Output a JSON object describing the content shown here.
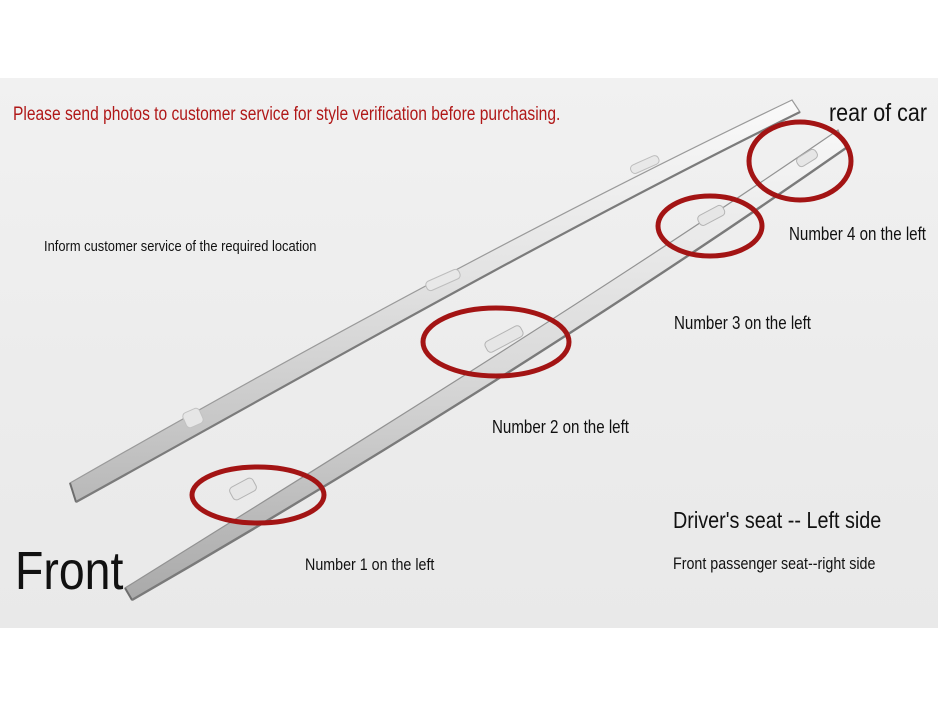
{
  "notice": {
    "text": "Please send photos to customer service for style verification before purchasing."
  },
  "labels": {
    "rear": "rear of car",
    "inform": "Inform customer service of the required location",
    "number_4": "Number 4 on the left",
    "number_3": "Number 3 on the left",
    "number_2": "Number 2 on the left",
    "number_1": "Number 1 on the left",
    "driver_seat": "Driver's seat -- Left side",
    "passenger_seat": "Front passenger seat--right side",
    "front": "Front"
  },
  "colors": {
    "notice_text": "#b01818",
    "highlight_circle": "#a31414",
    "rail_silver": "#d9d9d9",
    "rail_shadow": "#8a8a8a"
  }
}
